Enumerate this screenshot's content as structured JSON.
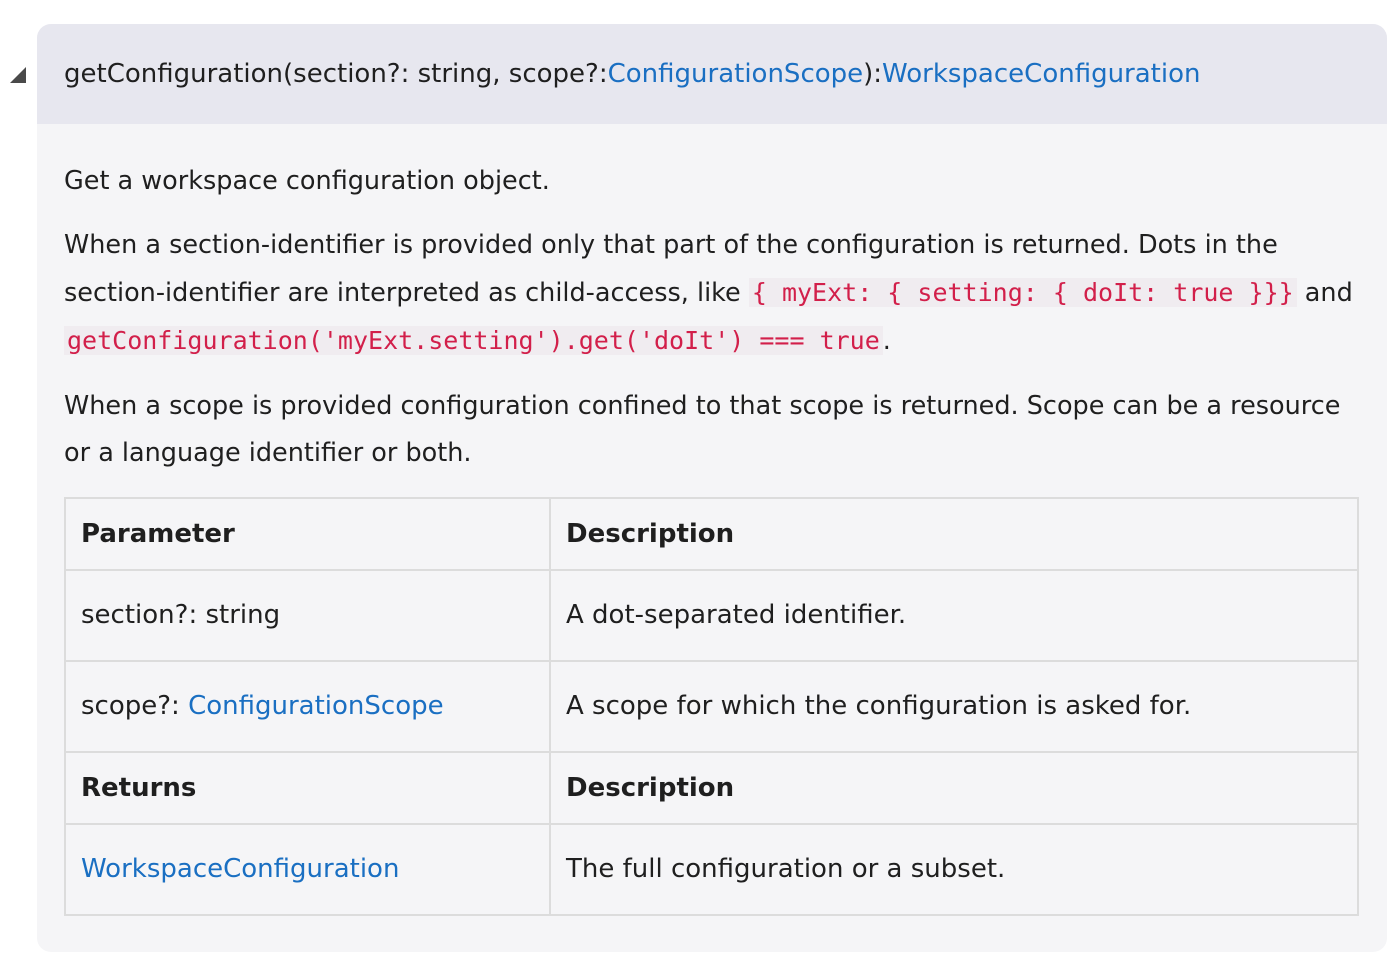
{
  "header": {
    "sig_prefix": "getConfiguration(section?: string, scope?: ",
    "sig_scope_type": "ConfigurationScope",
    "sig_mid": "): ",
    "sig_return_type": "WorkspaceConfiguration"
  },
  "body": {
    "summary": "Get a workspace configuration object.",
    "para2_a": "When a section-identifier is provided only that part of the configuration is returned. Dots in the section-identifier are interpreted as child-access, like ",
    "para2_code1": "{ myExt: { setting: { doIt: true }}}",
    "para2_b": " and ",
    "para2_code2": "getConfiguration('myExt.setting').get('doIt') === true",
    "para2_c": ".",
    "para3": "When a scope is provided configuration confined to that scope is returned. Scope can be a resource or a language identifier or both."
  },
  "params_table": {
    "headers": [
      "Parameter",
      "Description"
    ],
    "rows": [
      {
        "name": "section?: string",
        "name_prefix": "",
        "name_link": "",
        "desc": "A dot-separated identifier."
      },
      {
        "name": "",
        "name_prefix": "scope?: ",
        "name_link": "ConfigurationScope",
        "desc": "A scope for which the configuration is asked for."
      }
    ]
  },
  "returns_table": {
    "headers": [
      "Returns",
      "Description"
    ],
    "rows": [
      {
        "type_link": "WorkspaceConfiguration",
        "desc": "The full configuration or a subset."
      }
    ]
  }
}
